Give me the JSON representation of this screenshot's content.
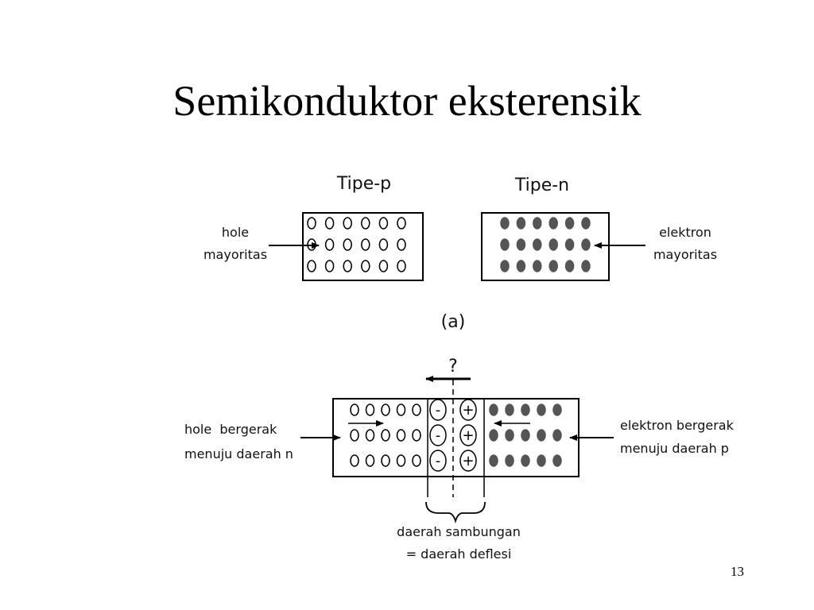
{
  "slide": {
    "title": "Semikonduktor eksterensik",
    "page_number": "13"
  },
  "diagram_a": {
    "p_type_label": "Tipe-p",
    "n_type_label": "Tipe-n",
    "hole_label_line1": "hole",
    "hole_label_line2": "mayoritas",
    "electron_label_line1": "elektron",
    "electron_label_line2": "mayoritas",
    "caption": "(a)",
    "rows": 3,
    "cols": 6
  },
  "diagram_b": {
    "question_mark": "?",
    "left_label_line1": "hole  bergerak",
    "left_label_line2": "menuju daerah n",
    "right_label_line1": "elektron bergerak",
    "right_label_line2": "menuju daerah p",
    "minus_sign": "-",
    "plus_sign": "+",
    "junction_label_line1": "daerah sambungan",
    "junction_label_line2": "= daerah deflesi",
    "rows": 3,
    "cols_each_side": 5
  },
  "colors": {
    "electron_fill": "#555555",
    "line": "#000000"
  }
}
